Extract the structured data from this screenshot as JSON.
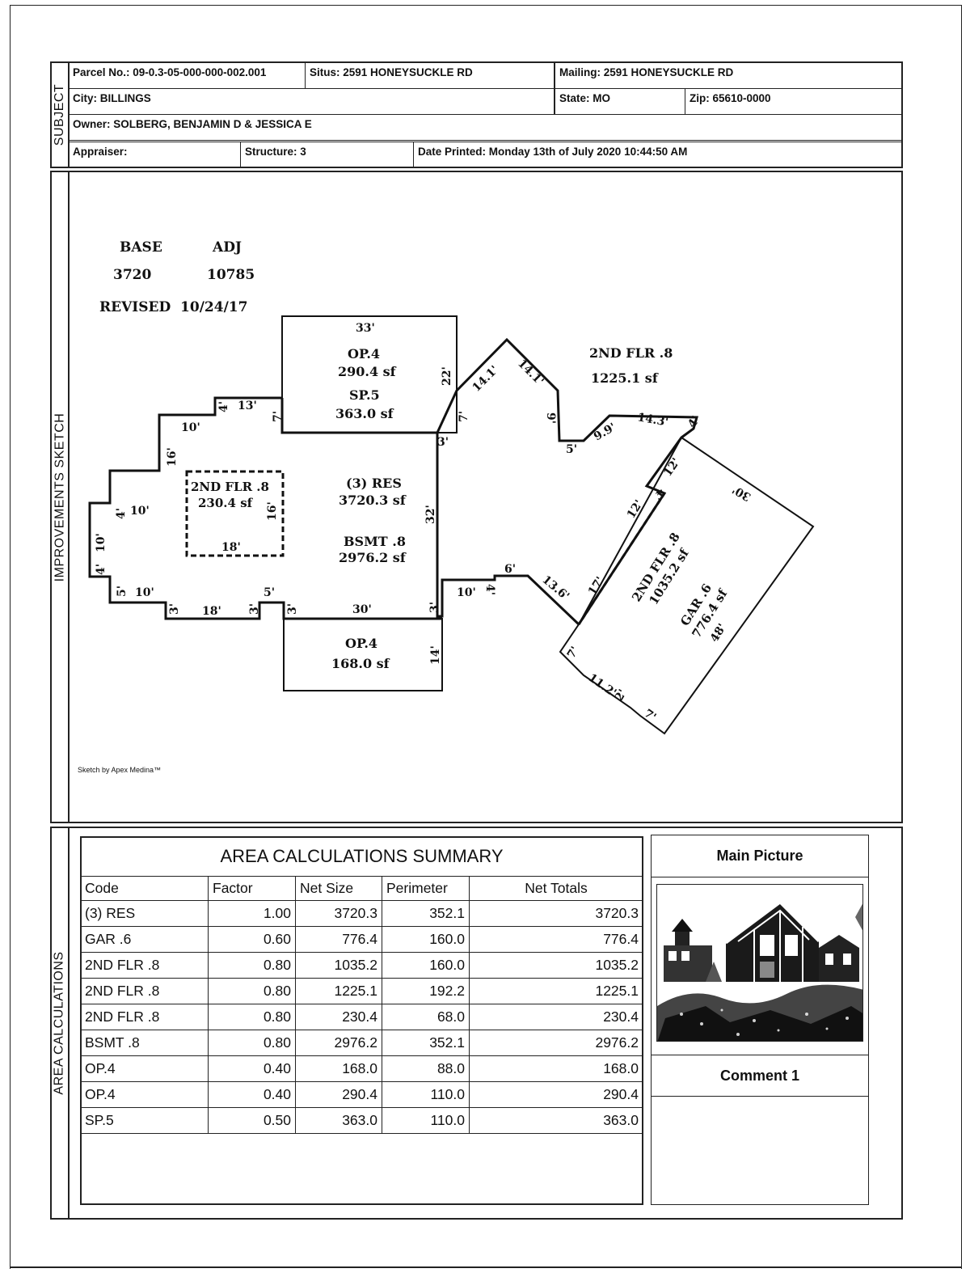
{
  "subject": {
    "section_label": "SUBJECT",
    "parcel": "Parcel No.: 09-0.3-05-000-000-002.001",
    "situs": "Situs: 2591 HONEYSUCKLE RD",
    "mailing": "Mailing: 2591 HONEYSUCKLE RD",
    "city": "City: BILLINGS",
    "state": "State: MO",
    "zip": "Zip: 65610-0000",
    "owner": "Owner: SOLBERG, BENJAMIN D & JESSICA E",
    "appraiser": "Appraiser:",
    "structure": "Structure: 3",
    "date_printed": "Date Printed: Monday 13th of July 2020 10:44:50 AM"
  },
  "sketch": {
    "section_label": "IMPROVEMENTS SKETCH",
    "base_label": "BASE",
    "adj_label": "ADJ",
    "base_value": "3720",
    "adj_value": "10785",
    "revised": "REVISED  10/24/17",
    "credit": "Sketch by Apex Medina™",
    "areas": {
      "op4_top": "OP.4",
      "op4_top_sf": "290.4 sf",
      "sp5": "SP.5",
      "sp5_sf": "363.0 sf",
      "res": "(3) RES",
      "res_sf": "3720.3 sf",
      "bsmt": "BSMT .8",
      "bsmt_sf": "2976.2 sf",
      "flr_inner": "2ND FLR .8",
      "flr_inner_sf": "230.4 sf",
      "flr_right": "2ND FLR .8",
      "flr_right_sf": "1225.1 sf",
      "op4_bottom": "OP.4",
      "op4_bottom_sf": "168.0 sf",
      "flr_garage": "2ND FLR .8",
      "flr_garage_sf": "1035.2 sf",
      "gar": "GAR .6",
      "gar_sf": "776.4 sf"
    },
    "dims": {
      "d33": "33'",
      "d22": "22'",
      "d7a": "7'",
      "d13": "13'",
      "d4a": "4'",
      "d10a": "10'",
      "d16a": "16'",
      "d4b": "4'",
      "d10b": "10'",
      "d10c": "10'",
      "d4c": "4'",
      "d5a": "5'",
      "d10d": "10'",
      "d3a": "3'",
      "d18a": "18'",
      "d3b": "3'",
      "d5b": "5'",
      "d3c": "3'",
      "d30a": "30'",
      "d3d": "3'",
      "d3e": "3'",
      "d32": "32'",
      "d14a": "14'",
      "d16b": "16'",
      "d18b": "18'",
      "d141a": "14.1'",
      "d141b": "14.1'",
      "d7b": "7'",
      "d9": "9'",
      "d5c": "5'",
      "d99": "9.9'",
      "d143": "14.3'",
      "d4d": "4'",
      "d12a": "12'",
      "d4e": "4'",
      "d30b": "30'",
      "d12b": "12'",
      "d10e": "10'",
      "d4f": "4'",
      "d6": "6'",
      "d136": "13.6'",
      "d17a": "17'",
      "d48": "48'",
      "d7c": "7'",
      "d112": "11.2'",
      "d2": "2'",
      "d7d": "7'"
    }
  },
  "area_calc": {
    "section_label": "AREA CALCULATIONS",
    "title": "AREA CALCULATIONS SUMMARY",
    "headers": [
      "Code",
      "Factor",
      "Net Size",
      "Perimeter",
      "Net Totals"
    ],
    "rows": [
      [
        "(3) RES",
        "1.00",
        "3720.3",
        "352.1",
        "3720.3"
      ],
      [
        "GAR .6",
        "0.60",
        "776.4",
        "160.0",
        "776.4"
      ],
      [
        "2ND FLR .8",
        "0.80",
        "1035.2",
        "160.0",
        "1035.2"
      ],
      [
        "2ND FLR .8",
        "0.80",
        "1225.1",
        "192.2",
        "1225.1"
      ],
      [
        "2ND FLR .8",
        "0.80",
        "230.4",
        "68.0",
        "230.4"
      ],
      [
        "BSMT .8",
        "0.80",
        "2976.2",
        "352.1",
        "2976.2"
      ],
      [
        "OP.4",
        "0.40",
        "168.0",
        "88.0",
        "168.0"
      ],
      [
        "OP.4",
        "0.40",
        "290.4",
        "110.0",
        "290.4"
      ],
      [
        "SP.5",
        "0.50",
        "363.0",
        "110.0",
        "363.0"
      ]
    ],
    "main_picture": "Main Picture",
    "comment": "Comment 1"
  }
}
